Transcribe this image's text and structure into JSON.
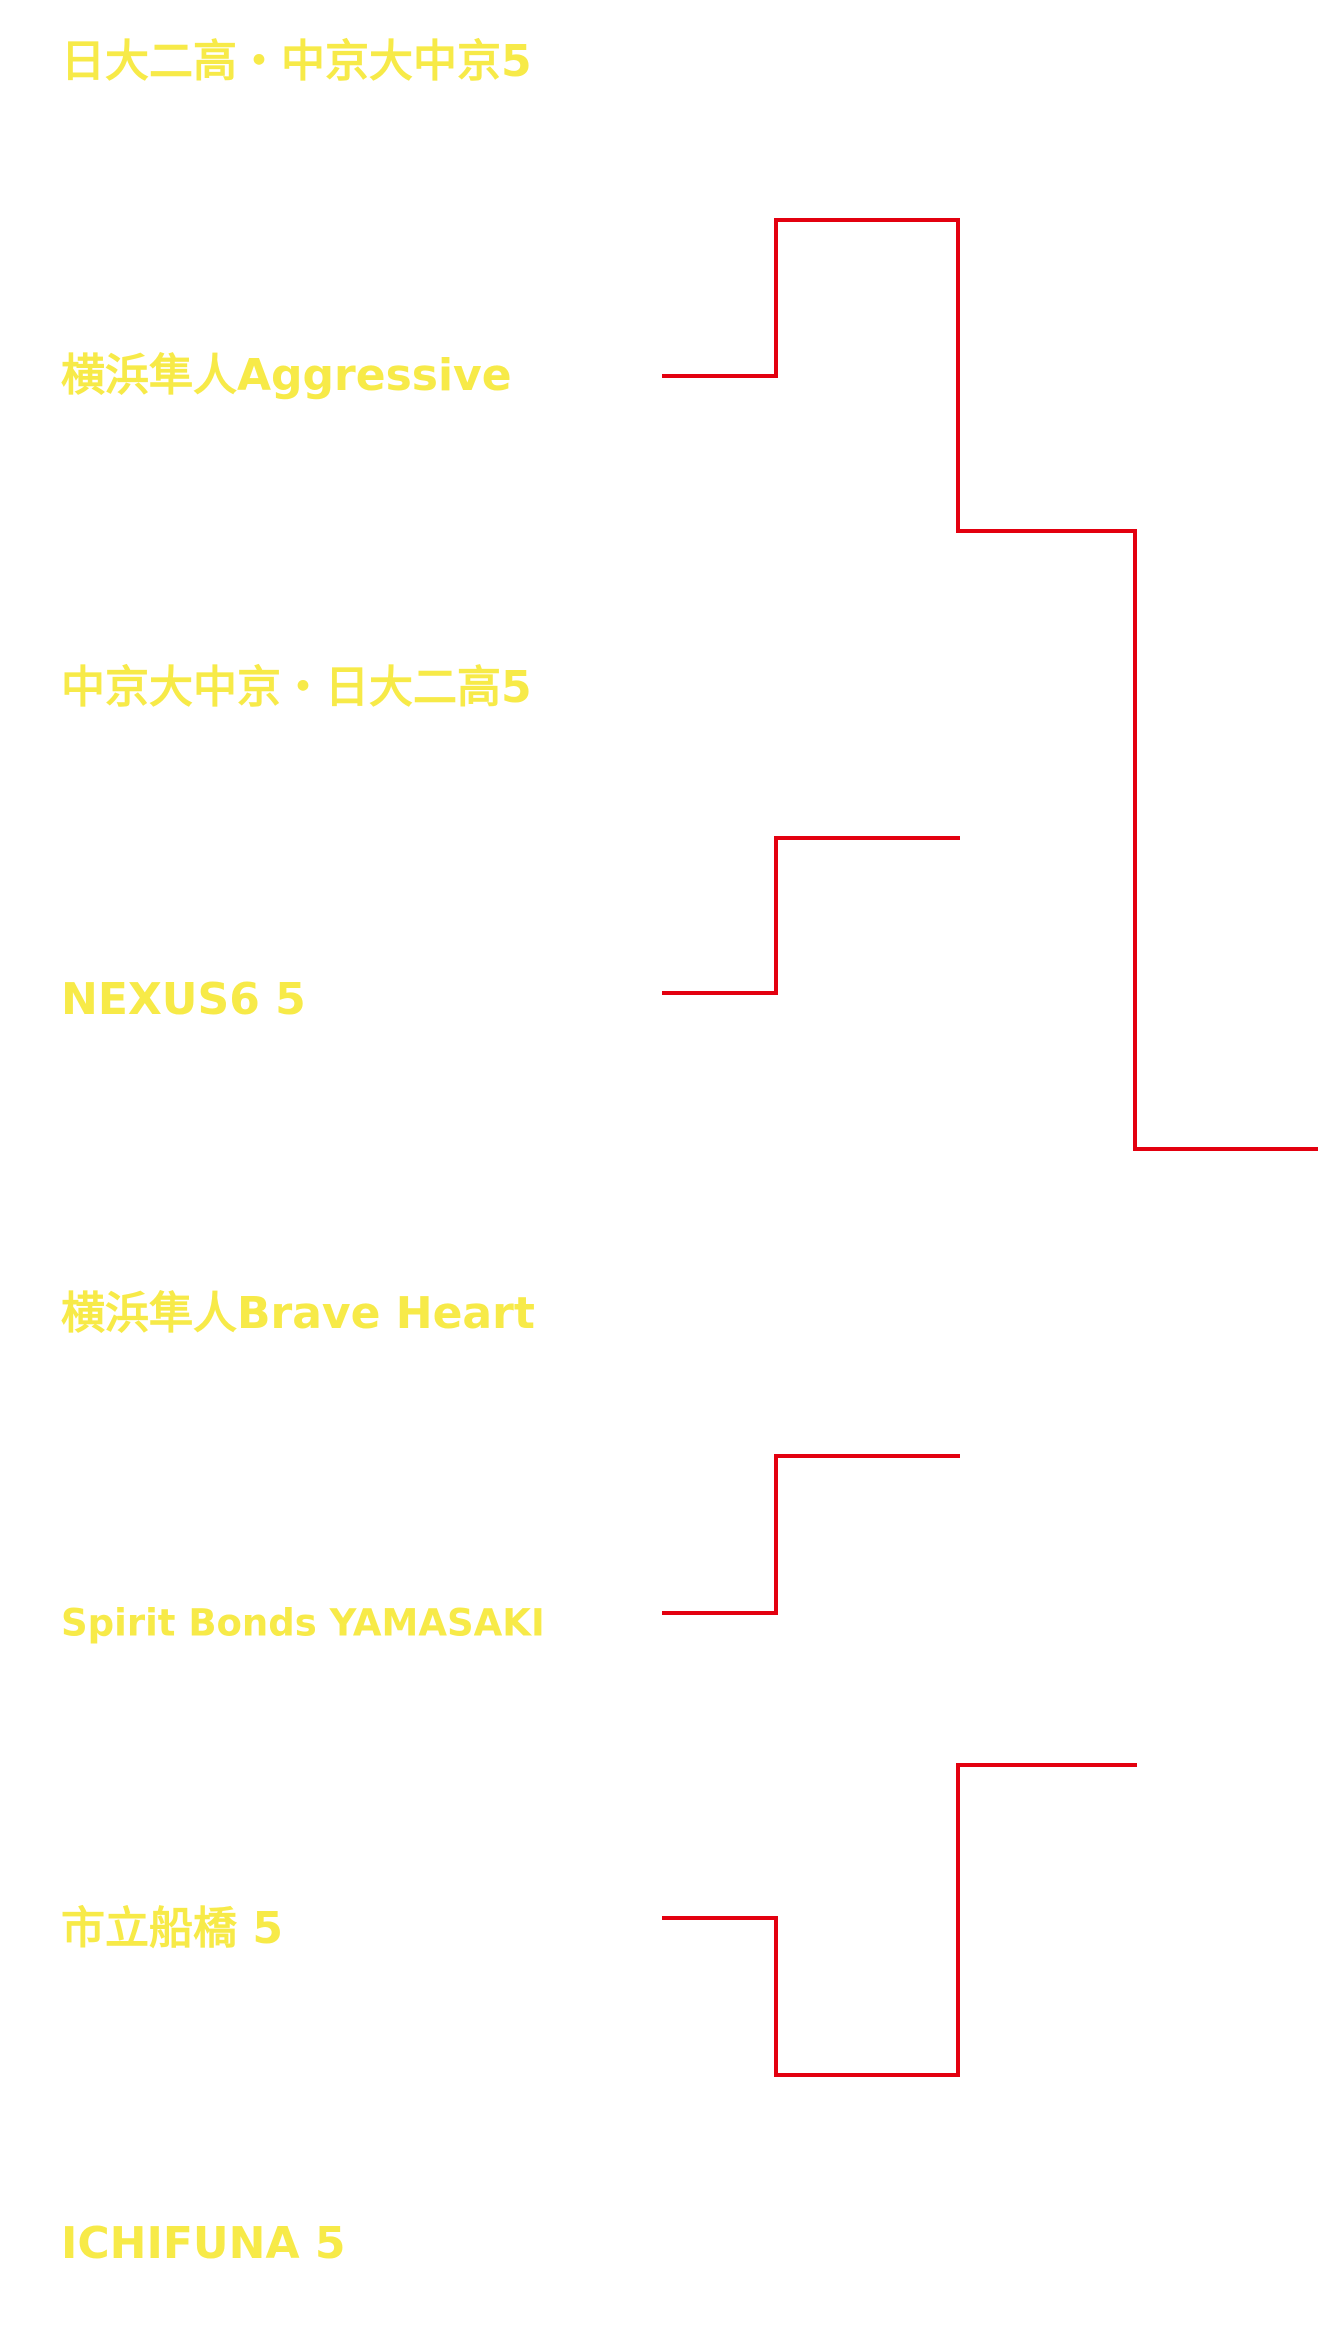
{
  "colors": {
    "team_text": "#f7ea48",
    "bracket_line": "#e3000f",
    "background": "#ffffff"
  },
  "teams": [
    "日大二高・中京大中京5",
    "横浜隼人Aggressive",
    "中京大中京・日大二高5",
    "NEXUS6  5",
    "横浜隼人Brave Heart",
    "Spirit Bonds YAMASAKI",
    "市立船橋 5",
    "ICHIFUNA 5"
  ]
}
